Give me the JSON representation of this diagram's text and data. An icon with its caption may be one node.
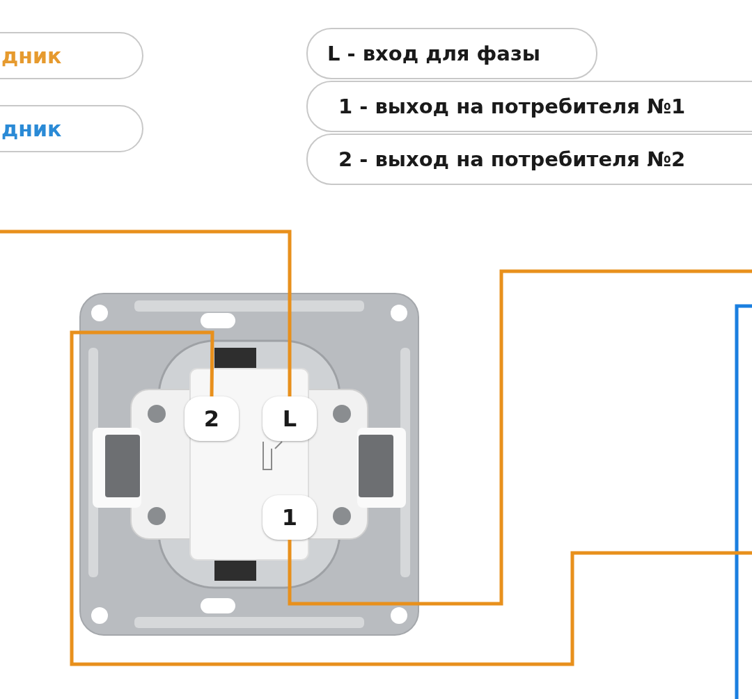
{
  "diagram": {
    "nodes": [
      {
        "text": [
          "дник"
        ]
      },
      {
        "text": [
          "дник"
        ]
      },
      {
        "text": [
          "L - вход для фазы"
        ]
      },
      {
        "text": [
          "1 - выход на потребителя №1"
        ]
      },
      {
        "text": [
          "2 - выход на потребителя №2"
        ]
      },
      {
        "text": [],
        "shape": "picture"
      },
      {
        "text": [
          "2"
        ],
        "in": 5
      },
      {
        "text": [
          "L"
        ],
        "in": 5
      },
      {
        "text": [
          "1"
        ],
        "in": 5
      }
    ],
    "edges": [
      {
        "from": null,
        "to": 7,
        "arrow": "none"
      },
      {
        "from": 8,
        "to": null,
        "arrow": "none"
      },
      {
        "from": 6,
        "to": null,
        "arrow": "none"
      }
    ]
  }
}
